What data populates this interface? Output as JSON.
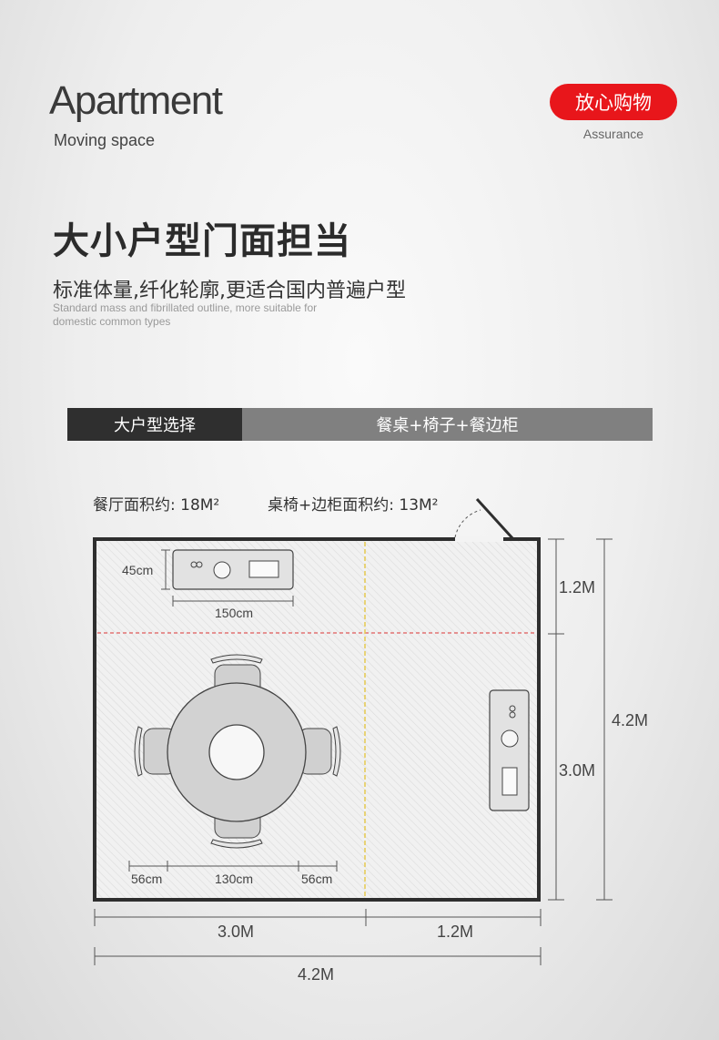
{
  "header": {
    "title": "Apartment",
    "subtitle": "Moving space"
  },
  "badge": {
    "label": "放心购物",
    "sub": "Assurance"
  },
  "headline": "大小户型门面担当",
  "description": {
    "cn": "标准体量,纤化轮廓,更适合国内普遍户型",
    "en_line1": "Standard mass and fibrillated outline, more suitable for",
    "en_line2": "domestic common types"
  },
  "tabs": [
    {
      "label": "大户型选择"
    },
    {
      "label": "餐桌+椅子+餐边柜"
    }
  ],
  "areas": {
    "dining": "餐厅面积约: 18M²",
    "furniture": "桌椅+边柜面积约: 13M²"
  },
  "dimensions": {
    "cabinet_depth": "45cm",
    "cabinet_width": "150cm",
    "chair_left": "56cm",
    "table_diameter": "130cm",
    "chair_right": "56cm",
    "right_top": "1.2M",
    "right_total": "4.2M",
    "right_bottom": "3.0M",
    "bottom_left": "3.0M",
    "bottom_right": "1.2M",
    "bottom_total": "4.2M"
  },
  "colors": {
    "badge": "#e8161b",
    "tab_active": "#2f2f2f",
    "tab_inactive": "#808080",
    "guide_red": "#e05a5a",
    "guide_yellow": "#e6c94f"
  }
}
